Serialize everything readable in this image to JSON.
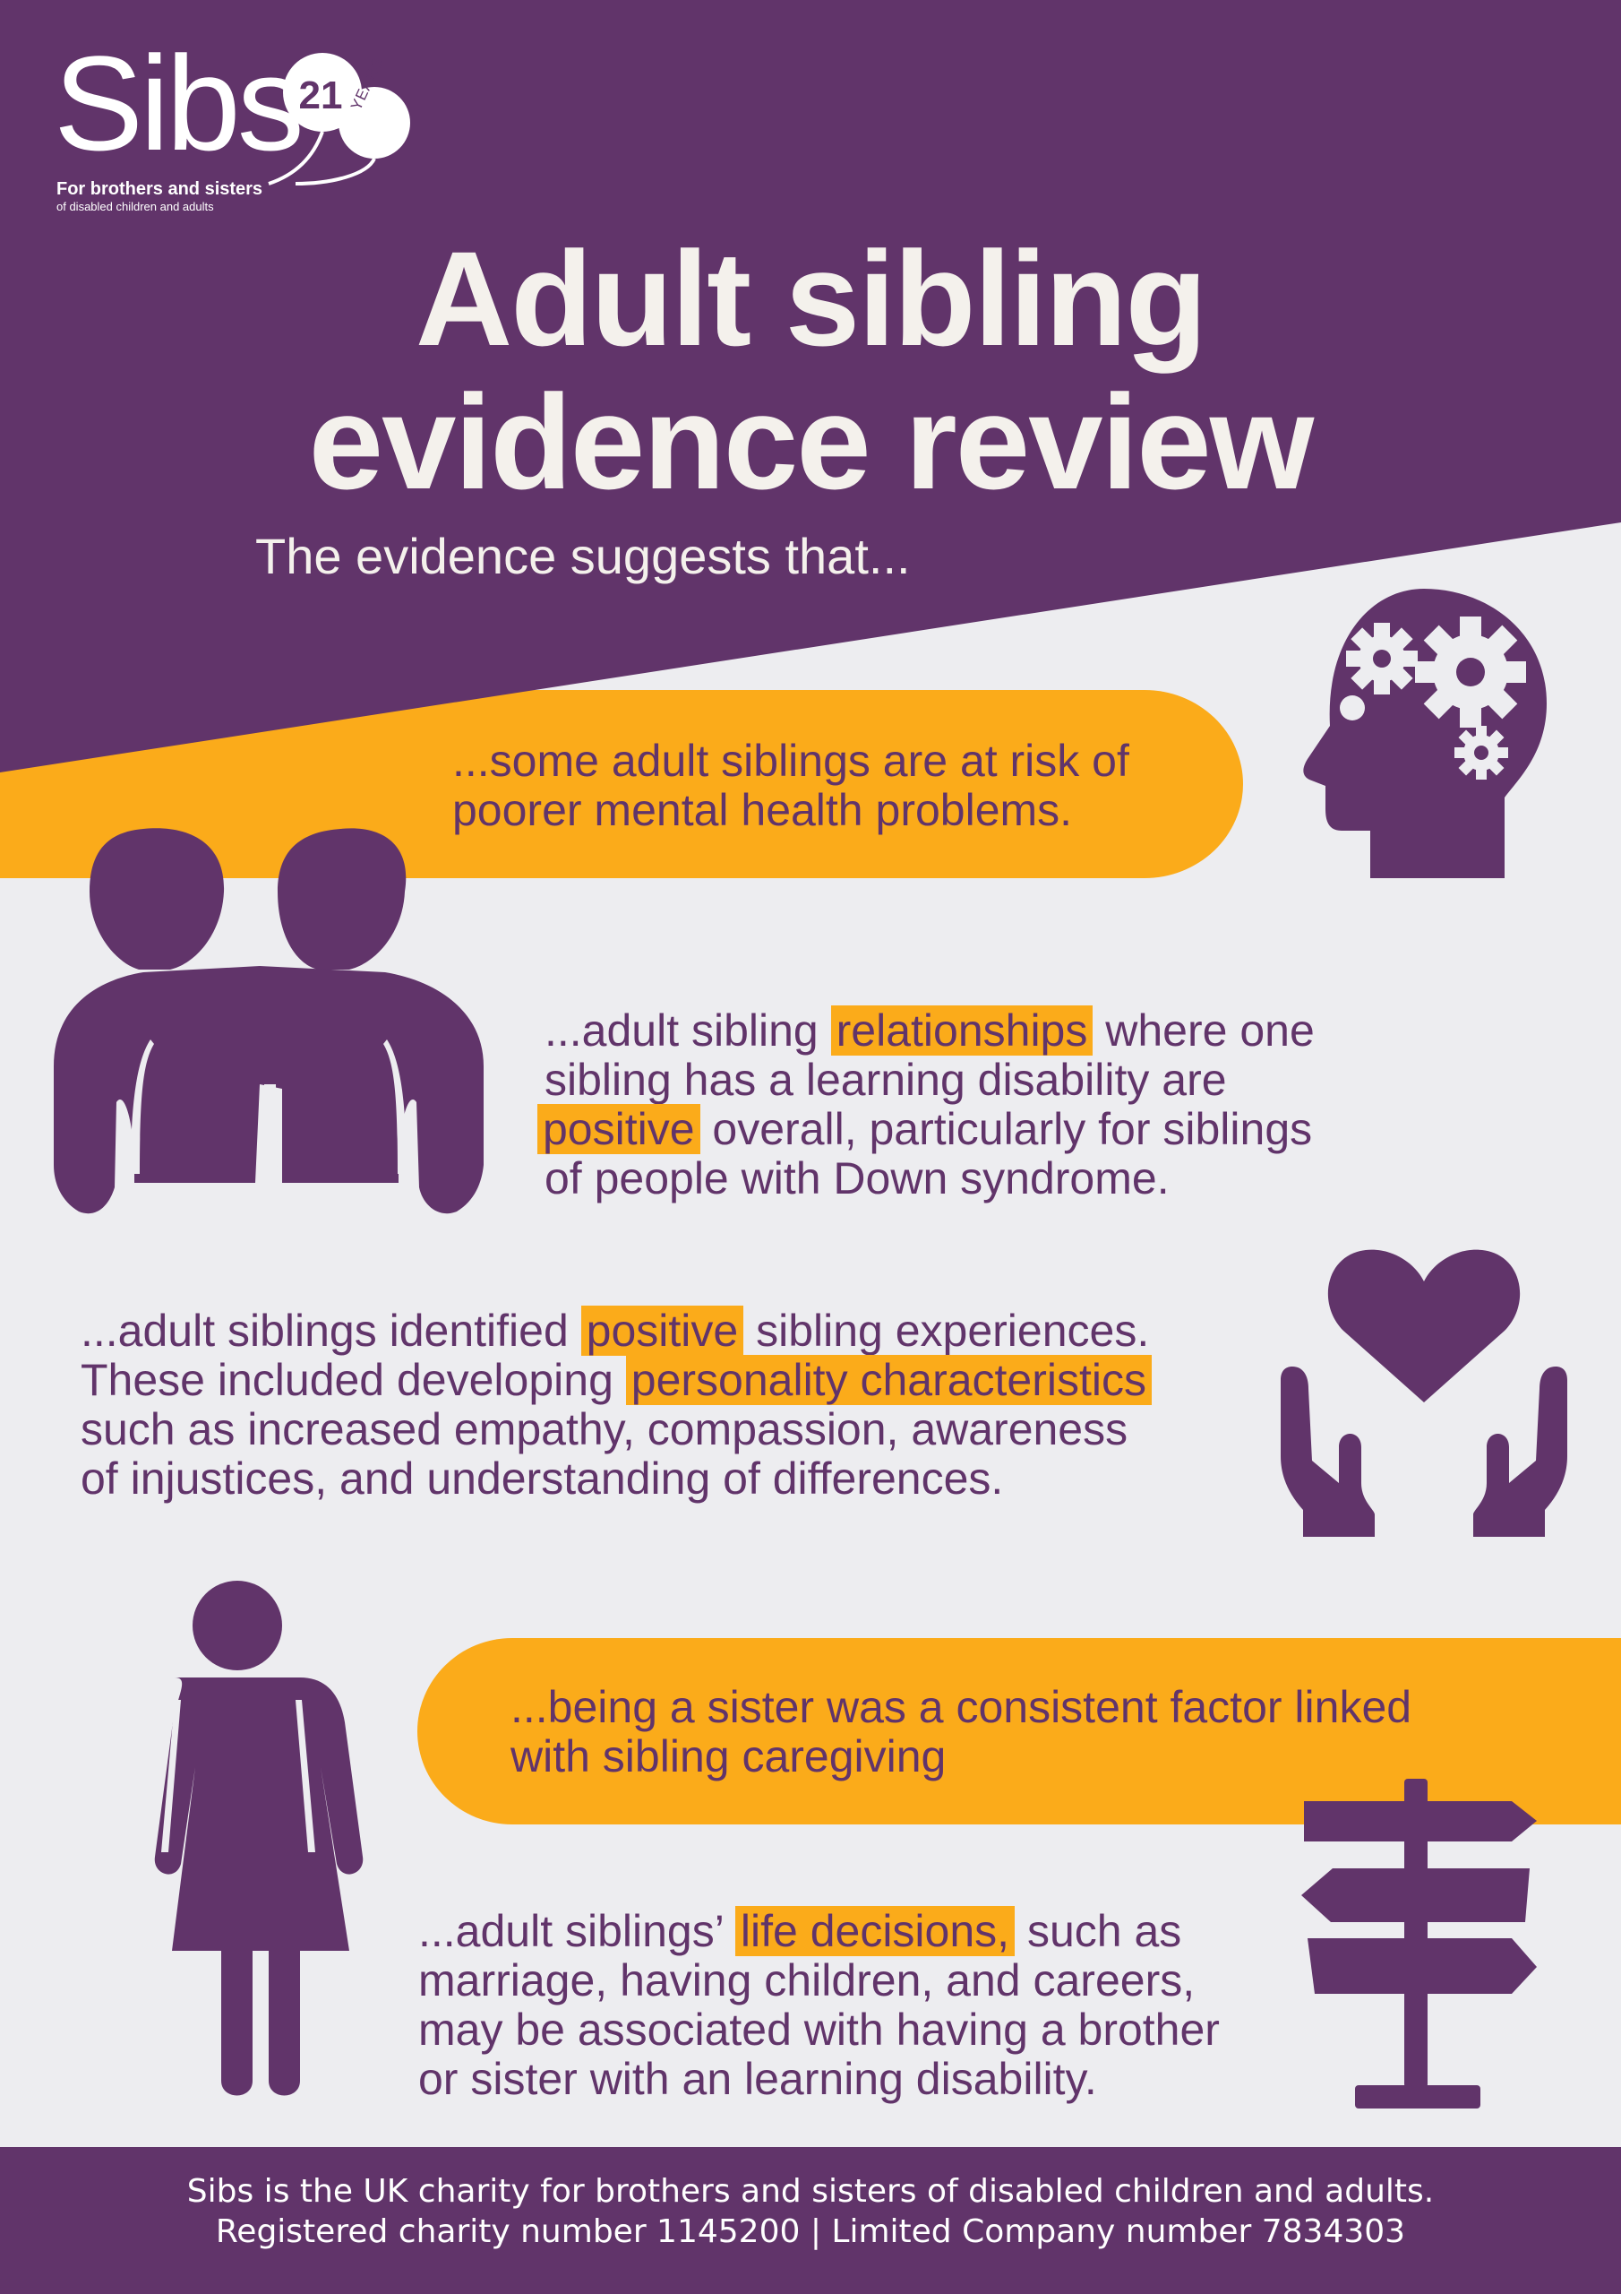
{
  "colors": {
    "purple": "#61346a",
    "orange": "#fbab1a",
    "light_bg": "#ededf0",
    "white": "#ffffff"
  },
  "logo": {
    "word": "Sibs",
    "anniversary_number": "21",
    "anniversary_word": "YEARS",
    "tagline_line1": "For brothers and sisters",
    "tagline_line2": "of disabled children and adults"
  },
  "header": {
    "title_line1": "Adult sibling",
    "title_line2": "evidence review",
    "subtitle": "The evidence suggests that..."
  },
  "statements": {
    "s1": {
      "line1": "...some adult siblings are at risk of",
      "line2": "poorer mental health problems.",
      "icon": "head-gears-icon"
    },
    "s2": {
      "pre1": "...adult sibling ",
      "hl1": "relationships",
      "post1": " where one",
      "line2": "sibling has a learning disability are",
      "hl2": "positive",
      "post3": " overall, particularly for siblings",
      "line4": "of people with Down syndrome.",
      "icon": "two-people-icon"
    },
    "s3": {
      "pre1": "...adult siblings identified ",
      "hl1": "positive",
      "post1": " sibling experiences.",
      "pre2": "These included developing ",
      "hl2": "personality characteristics",
      "line3": "such as increased empathy, compassion, awareness",
      "line4": "of injustices, and understanding of differences.",
      "icon": "hands-heart-icon"
    },
    "s4": {
      "line1": "...being a sister was a consistent factor linked",
      "line2": "with sibling caregiving",
      "icon": "woman-icon"
    },
    "s5": {
      "pre1": "...adult siblings’ ",
      "hl1": "life decisions,",
      "post1": " such as",
      "line2": "marriage, having children, and careers,",
      "line3": "may be associated with having a brother",
      "line4": "or sister with an learning disability.",
      "icon": "signpost-icon"
    }
  },
  "footer": {
    "line1": "Sibs is the UK charity for brothers and sisters of disabled children and adults.",
    "line2": "Registered charity number 1145200 | Limited Company number 7834303"
  }
}
